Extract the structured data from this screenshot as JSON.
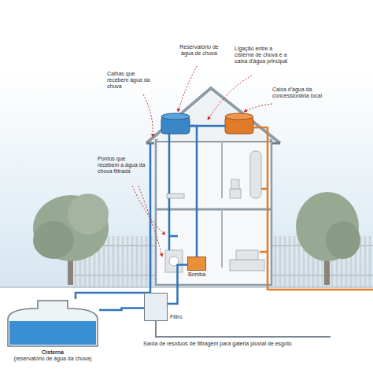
{
  "diagram": {
    "nodes": [
      {
        "text": [
          "Cisterna",
          "(reservatório de água da chuva)"
        ]
      },
      {
        "text": [
          "Filtro"
        ]
      },
      {
        "text": [
          "Bomba"
        ]
      }
    ],
    "edges": [
      {
        "from": 0,
        "to": 1,
        "arrow": "none"
      },
      {
        "from": 1,
        "to": 2,
        "arrow": "none"
      }
    ],
    "labels": [
      "Reservatório de água de chuva",
      "Ligação entre a cisterna de chuva e a caixa d'água principal",
      "Calhas que recebem água da chuva",
      "Caixa d'água da concessionária local",
      "Pontos que recebem a água da chuva filtrada",
      "Saída de resíduos de filtragem para galeria pluvial de esgoto"
    ]
  }
}
